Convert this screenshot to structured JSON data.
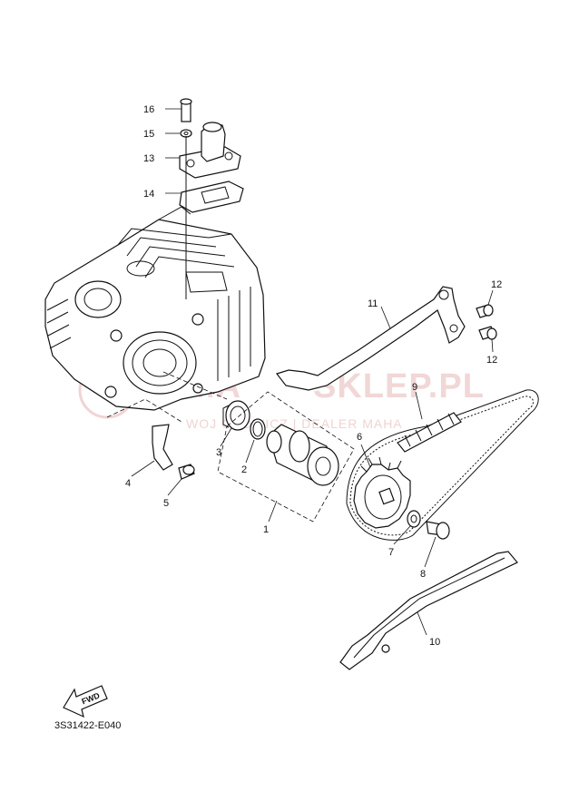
{
  "diagram": {
    "code": "3S31422-E040",
    "fwd_label": "FWD",
    "watermark": {
      "brand": "SKLEP.PL",
      "brand_prefix": "MA",
      "dealer_line": "WOJ     CHOWICZ | DEALER    MAHA"
    },
    "callouts": [
      {
        "id": "1",
        "label": "1"
      },
      {
        "id": "2",
        "label": "2"
      },
      {
        "id": "3",
        "label": "3"
      },
      {
        "id": "4",
        "label": "4"
      },
      {
        "id": "5",
        "label": "5"
      },
      {
        "id": "6",
        "label": "6"
      },
      {
        "id": "7",
        "label": "7"
      },
      {
        "id": "8",
        "label": "8"
      },
      {
        "id": "9",
        "label": "9"
      },
      {
        "id": "10",
        "label": "10"
      },
      {
        "id": "11",
        "label": "11"
      },
      {
        "id": "12a",
        "label": "12"
      },
      {
        "id": "12b",
        "label": "12"
      },
      {
        "id": "13",
        "label": "13"
      },
      {
        "id": "14",
        "label": "14"
      },
      {
        "id": "15",
        "label": "15"
      },
      {
        "id": "16",
        "label": "16"
      }
    ]
  }
}
